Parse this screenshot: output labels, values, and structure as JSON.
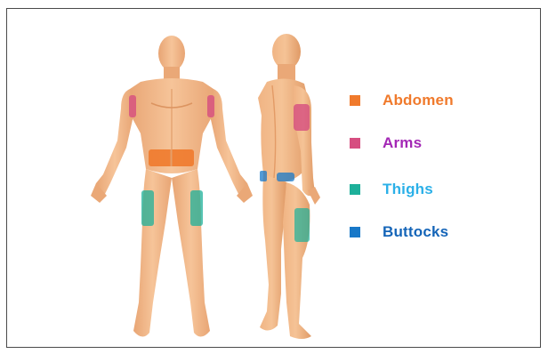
{
  "legend": [
    {
      "key": "abdomen",
      "label": "Abdomen",
      "swatch_color": "#f07a2c",
      "text_color": "#f07a2c"
    },
    {
      "key": "arms",
      "label": "Arms",
      "swatch_color": "#d64e80",
      "text_color": "#a327b5"
    },
    {
      "key": "thighs",
      "label": "Thighs",
      "swatch_color": "#1db09a",
      "text_color": "#2bb0e8"
    },
    {
      "key": "buttocks",
      "label": "Buttocks",
      "swatch_color": "#1878c8",
      "text_color": "#1565b8"
    }
  ],
  "colors": {
    "skin": "#f2b98a",
    "skin_shadow": "#e59e6a",
    "skin_light": "#f8cda7",
    "frame_border": "#4a4a4a"
  }
}
